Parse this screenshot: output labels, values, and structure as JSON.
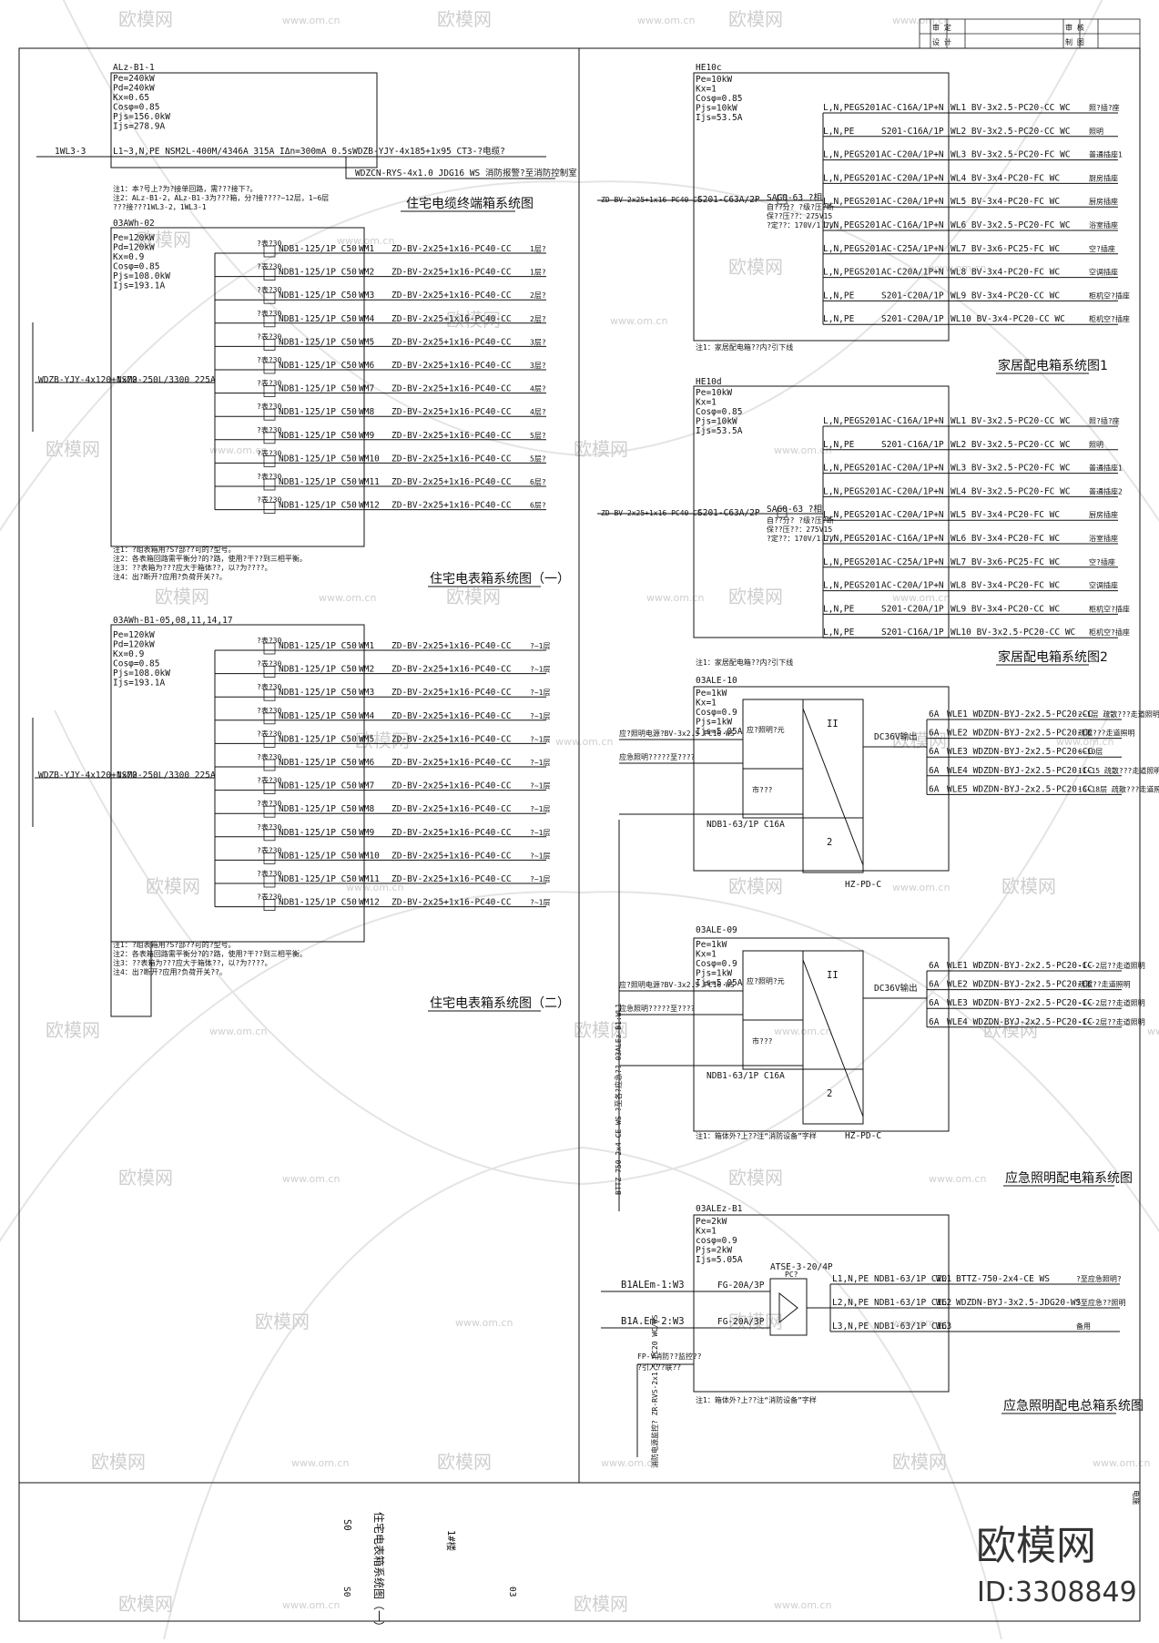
{
  "watermark": {
    "brand": "欧模网",
    "url": "www.om.cn"
  },
  "brand": {
    "name": "欧模网",
    "id": "ID:3308849"
  },
  "title_block": {
    "col_a": "审 定",
    "col_b": "设 计",
    "col_c": "审 核",
    "col_d": "制 图",
    "sheet": "电施",
    "drawing_name": "住宅电表箱系统图（一）",
    "project": "1#楼",
    "code": "S0",
    "no": "03"
  },
  "d1": {
    "title": "住宅电缆终端箱系统图",
    "box_id": "ALz-B1-1",
    "params": [
      "Pe=240kW",
      "Pd=240kW",
      "Kx=0.65",
      "Cosφ=0.85",
      "Pjs=156.0kW",
      "Ijs=278.9A"
    ],
    "feeder": "1WL3-3",
    "main": "L1~3,N,PE  NSM2L-400M/4346A 315A  IΔn=300mA  0.5sWDZB-YJY-4x185+1x95 CT3-?电缆?",
    "branch": "WDZCN-RYS-4x1.0 JDG16 WS  消防报警?至消防控制室",
    "notes": [
      "注1：本?号上?为?接单回路，需???接下?。",
      "注2：ALz-B1-2，ALz-B1-3为???箱，分?接????~12层，1~6层",
      "     ???接???1WL3-2，1WL3-1"
    ]
  },
  "d2": {
    "title": "住宅电表箱系统图（一）",
    "box_id": "03AWh-02",
    "params": [
      "Pe=120kW",
      "Pd=120kW",
      "Kx=0.9",
      "Cosφ=0.85",
      "Pjs=108.0kW",
      "Ijs=193.1A"
    ],
    "feeder": "WDZB-YJY-4x120+1x70",
    "main": "NSM2-250L/3300 225A",
    "rows": [
      {
        "m": "?表?30",
        "b": "NDB1-125/1P C50",
        "c": "WM1",
        "w": "ZD-BV-2x25+1x16-PC40-CC",
        "e": "1层?"
      },
      {
        "m": "?表?30",
        "b": "NDB1-125/1P C50",
        "c": "WM2",
        "w": "ZD-BV-2x25+1x16-PC40-CC",
        "e": "1层?"
      },
      {
        "m": "?表?30",
        "b": "NDB1-125/1P C50",
        "c": "WM3",
        "w": "ZD-BV-2x25+1x16-PC40-CC",
        "e": "2层?"
      },
      {
        "m": "?表?30",
        "b": "NDB1-125/1P C50",
        "c": "WM4",
        "w": "ZD-BV-2x25+1x16-PC40-CC",
        "e": "2层?"
      },
      {
        "m": "?表?30",
        "b": "NDB1-125/1P C50",
        "c": "WM5",
        "w": "ZD-BV-2x25+1x16-PC40-CC",
        "e": "3层?"
      },
      {
        "m": "?表?30",
        "b": "NDB1-125/1P C50",
        "c": "WM6",
        "w": "ZD-BV-2x25+1x16-PC40-CC",
        "e": "3层?"
      },
      {
        "m": "?表?30",
        "b": "NDB1-125/1P C50",
        "c": "WM7",
        "w": "ZD-BV-2x25+1x16-PC40-CC",
        "e": "4层?"
      },
      {
        "m": "?表?30",
        "b": "NDB1-125/1P C50",
        "c": "WM8",
        "w": "ZD-BV-2x25+1x16-PC40-CC",
        "e": "4层?"
      },
      {
        "m": "?表?30",
        "b": "NDB1-125/1P C50",
        "c": "WM9",
        "w": "ZD-BV-2x25+1x16-PC40-CC",
        "e": "5层?"
      },
      {
        "m": "?表?30",
        "b": "NDB1-125/1P C50",
        "c": "WM10",
        "w": "ZD-BV-2x25+1x16-PC40-CC",
        "e": "5层?"
      },
      {
        "m": "?表?30",
        "b": "NDB1-125/1P C50",
        "c": "WM11",
        "w": "ZD-BV-2x25+1x16-PC40-CC",
        "e": "6层?"
      },
      {
        "m": "?表?30",
        "b": "NDB1-125/1P C50",
        "c": "WM12",
        "w": "ZD-BV-2x25+1x16-PC40-CC",
        "e": "6层?"
      }
    ],
    "notes": [
      "注1：?组表箱用?S?部??可的?型号。",
      "注2：各表箱回路需平衡分?的?路，使用?干??到三相平衡。",
      "注3：??表箱为???应大于箱体??，以?为????。",
      "注4：出?断开?应用?负荷开关??。"
    ]
  },
  "d3": {
    "title": "住宅电表箱系统图（二）",
    "box_id": "03AWh-B1-05,08,11,14,17",
    "params": [
      "Pe=120kW",
      "Pd=120kW",
      "Kx=0.9",
      "Cosφ=0.85",
      "Pjs=108.0kW",
      "Ijs=193.1A"
    ],
    "feeder": "WDZB-YJY-4x120+1x70",
    "main": "NSM2-250L/3300 225A",
    "rows": [
      {
        "m": "?表?30",
        "b": "NDB1-125/1P C50",
        "c": "WM1",
        "w": "ZD-BV-2x25+1x16-PC40-CC",
        "e": "?~1层"
      },
      {
        "m": "?表?30",
        "b": "NDB1-125/1P C50",
        "c": "WM2",
        "w": "ZD-BV-2x25+1x16-PC40-CC",
        "e": "?~1层"
      },
      {
        "m": "?表?30",
        "b": "NDB1-125/1P C50",
        "c": "WM3",
        "w": "ZD-BV-2x25+1x16-PC40-CC",
        "e": "?~1层"
      },
      {
        "m": "?表?30",
        "b": "NDB1-125/1P C50",
        "c": "WM4",
        "w": "ZD-BV-2x25+1x16-PC40-CC",
        "e": "?~1层"
      },
      {
        "m": "?表?30",
        "b": "NDB1-125/1P C50",
        "c": "WM5",
        "w": "ZD-BV-2x25+1x16-PC40-CC",
        "e": "?~1层"
      },
      {
        "m": "?表?30",
        "b": "NDB1-125/1P C50",
        "c": "WM6",
        "w": "ZD-BV-2x25+1x16-PC40-CC",
        "e": "?~1层"
      },
      {
        "m": "?表?30",
        "b": "NDB1-125/1P C50",
        "c": "WM7",
        "w": "ZD-BV-2x25+1x16-PC40-CC",
        "e": "?~1层"
      },
      {
        "m": "?表?30",
        "b": "NDB1-125/1P C50",
        "c": "WM8",
        "w": "ZD-BV-2x25+1x16-PC40-CC",
        "e": "?~1层"
      },
      {
        "m": "?表?30",
        "b": "NDB1-125/1P C50",
        "c": "WM9",
        "w": "ZD-BV-2x25+1x16-PC40-CC",
        "e": "?~1层"
      },
      {
        "m": "?表?30",
        "b": "NDB1-125/1P C50",
        "c": "WM10",
        "w": "ZD-BV-2x25+1x16-PC40-CC",
        "e": "?~1层"
      },
      {
        "m": "?表?30",
        "b": "NDB1-125/1P C50",
        "c": "WM11",
        "w": "ZD-BV-2x25+1x16-PC40-CC",
        "e": "?~1层"
      },
      {
        "m": "?表?30",
        "b": "NDB1-125/1P C50",
        "c": "WM12",
        "w": "ZD-BV-2x25+1x16-PC40-CC",
        "e": "?~1层"
      }
    ],
    "notes": [
      "注1：?组表箱用?S?部??可的?型号。",
      "注2：各表箱回路需平衡分?的?路，使用?干??到三相平衡。",
      "注3：??表箱为???应大于箱体??，以?为????。",
      "注4：出?断开?应用?负荷开关??。"
    ]
  },
  "d4": {
    "title": "家居配电箱系统图1",
    "box_id": "HE10c",
    "params": [
      "Pe=10kW",
      "Kx=1",
      "Cosφ=0.85",
      "Pjs=10kW",
      "Ijs=53.5A"
    ],
    "feeder": "ZD-BV-2x25+1x16-PC40-CC",
    "main": "S201-C63A/2P",
    "spd": "SAG0-63 ?相",
    "spd_note": [
      "自??分?  ?级?压?断",
      "保??压??：275V15",
      "?定??：170V/1.7V"
    ],
    "rows": [
      {
        "p": "L,N,PEGS201",
        "b": "AC-C16A/1P+N",
        "w": "WL1 BV-3x2.5-PC20-CC WC",
        "e": "照?插?座"
      },
      {
        "p": "L,N,PE",
        "b": "S201-C16A/1P",
        "w": "WL2 BV-3x2.5-PC20-CC WC",
        "e": "照明"
      },
      {
        "p": "L,N,PEGS201",
        "b": "AC-C20A/1P+N",
        "w": "WL3 BV-3x2.5-PC20-FC WC",
        "e": "普通插座1"
      },
      {
        "p": "L,N,PEGS201",
        "b": "AC-C20A/1P+N",
        "w": "WL4 BV-3x4-PC20-FC WC",
        "e": "厨房插座"
      },
      {
        "p": "L,N,PEGS201",
        "b": "AC-C20A/1P+N",
        "w": "WL5 BV-3x4-PC20-FC WC",
        "e": "厨房插座"
      },
      {
        "p": "L,N,PEGS201",
        "b": "AC-C16A/1P+N",
        "w": "WL6 BV-3x2.5-PC20-FC WC",
        "e": "浴室插座"
      },
      {
        "p": "L,N,PEGS201",
        "b": "AC-C25A/1P+N",
        "w": "WL7 BV-3x6-PC25-FC WC",
        "e": "空?插座"
      },
      {
        "p": "L,N,PEGS201",
        "b": "AC-C20A/1P+N",
        "w": "WL8 BV-3x4-PC20-FC WC",
        "e": "空调插座"
      },
      {
        "p": "L,N,PE",
        "b": "S201-C20A/1P",
        "w": "WL9 BV-3x4-PC20-CC WC",
        "e": "柜机空?插座"
      },
      {
        "p": "L,N,PE",
        "b": "S201-C20A/1P",
        "w": "WL10 BV-3x4-PC20-CC WC",
        "e": "柜机空?插座"
      }
    ],
    "note": "注1：家居配电箱??内?引下线"
  },
  "d5": {
    "title": "家居配电箱系统图2",
    "box_id": "HE10d",
    "params": [
      "Pe=10kW",
      "Kx=1",
      "Cosφ=0.85",
      "Pjs=10kW",
      "Ijs=53.5A"
    ],
    "feeder": "ZD-BV-2x25+1x16-PC40-CC",
    "main": "S201-C63A/2P",
    "spd": "SAG0-63 ?相",
    "spd_note": [
      "自??分?  ?级?压?断",
      "保??压??：275V15",
      "?定??：170V/1.7V"
    ],
    "rows": [
      {
        "p": "L,N,PEGS201",
        "b": "AC-C16A/1P+N",
        "w": "WL1 BV-3x2.5-PC20-CC WC",
        "e": "照?插?座"
      },
      {
        "p": "L,N,PE",
        "b": "S201-C16A/1P",
        "w": "WL2 BV-3x2.5-PC20-CC WC",
        "e": "照明"
      },
      {
        "p": "L,N,PEGS201",
        "b": "AC-C20A/1P+N",
        "w": "WL3 BV-3x2.5-PC20-FC WC",
        "e": "普通插座1"
      },
      {
        "p": "L,N,PEGS201",
        "b": "AC-C20A/1P+N",
        "w": "WL4 BV-3x2.5-PC20-FC WC",
        "e": "普通插座2"
      },
      {
        "p": "L,N,PEGS201",
        "b": "AC-C20A/1P+N",
        "w": "WL5 BV-3x4-PC20-FC WC",
        "e": "厨房插座"
      },
      {
        "p": "L,N,PEGS201",
        "b": "AC-C16A/1P+N",
        "w": "WL6 BV-3x4-PC20-FC WC",
        "e": "浴室插座"
      },
      {
        "p": "L,N,PEGS201",
        "b": "AC-C25A/1P+N",
        "w": "WL7 BV-3x6-PC25-FC WC",
        "e": "空?插座"
      },
      {
        "p": "L,N,PEGS201",
        "b": "AC-C20A/1P+N",
        "w": "WL8 BV-3x4-PC20-FC WC",
        "e": "空调插座"
      },
      {
        "p": "L,N,PE",
        "b": "S201-C20A/1P",
        "w": "WL9 BV-3x4-PC20-CC WC",
        "e": "柜机空?插座"
      },
      {
        "p": "L,N,PE",
        "b": "S201-C16A/1P",
        "w": "WL10 BV-3x2.5-PC20-CC WC",
        "e": "柜机空?插座"
      }
    ],
    "note": "注1：家居配电箱??内?引下线"
  },
  "d6": {
    "title": "应急照明配电箱系统图",
    "top_note": "注1：家居配电箱??内?引下线",
    "a": {
      "box_id": "03ALE-10",
      "params": [
        "Pe=1kW",
        "Kx=1",
        "Cosφ=0.9",
        "Pjs=1kW",
        "Ijs=5.05A"
      ]
    },
    "b": {
      "box_id": "03ALE-09",
      "params": [
        "Pe=1kW",
        "Kx=1",
        "Cosφ=0.9",
        "Pjs=1kW",
        "Ijs=5.05A"
      ]
    },
    "inner": {
      "mod1": "应?照明?元",
      "mod2": "市???",
      "dc": "DC36V输出",
      "ii": "II",
      "two": "2",
      "hz": "HZ-PD-C"
    },
    "in1": "应?照明电源?BV-3x2.5 PC16 WS",
    "in2": "应急照明?????至????",
    "breaker": "NDB1-63/1P C16A",
    "rows_a": [
      {
        "a": "6A",
        "w": "WLE1 WDZDN-BYJ-2x2.5-PC20-CC",
        "e": "2~1层 疏散???走道照明"
      },
      {
        "a": "6A",
        "w": "WLE2 WDZDN-BYJ-2x2.5-PC20-CC",
        "e": "疏散???走道照明"
      },
      {
        "a": "6A",
        "w": "WLE3 WDZDN-BYJ-2x2.5-PC20-CC",
        "e": "6~10层"
      },
      {
        "a": "6A",
        "w": "WLE4 WDZDN-BYJ-2x2.5-PC20-CC",
        "e": "11~15 疏散???走道照明"
      },
      {
        "a": "6A",
        "w": "WLE5 WDZDN-BYJ-2x2.5-PC20-CC",
        "e": "16~18层 疏散???走道照明"
      }
    ],
    "rows_b": [
      {
        "a": "6A",
        "w": "WLE1 WDZDN-BYJ-2x2.5-PC20-CC",
        "e": "-1~-2层??走道照明"
      },
      {
        "a": "6A",
        "w": "WLE2 WDZDN-BYJ-2x2.5-PC20-CC",
        "e": "疏散??走道照明"
      },
      {
        "a": "6A",
        "w": "WLE3 WDZDN-BYJ-2x2.5-PC20-CC",
        "e": "-1~-2层??走道照明"
      },
      {
        "a": "6A",
        "w": "WLE4 WDZDN-BYJ-2x2.5-PC20-CC",
        "e": "-1~-2层??走道照明"
      }
    ],
    "bottom_note": "注1：箱体外?上??注“消防设备”字样",
    "vertical": "BTTZ-750-2x4-CE WS ?至各?应急??   03ALEz-B1:WL1"
  },
  "d7": {
    "title": "应急照明配电总箱系统图",
    "box_id": "03ALEz-B1",
    "params": [
      "Pe=2kW",
      "Kx=1",
      "cosφ=0.9",
      "Pjs=2kW",
      "Ijs=5.05A"
    ],
    "in1": "B1ALEm-1:W3",
    "in2": "B1A.Em-2:W3",
    "fg": "FG-20A/3P",
    "atse": "ATSE-3-20/4P",
    "pc": "PC?",
    "rows": [
      {
        "p": "L1,N,PE",
        "b": "NDB1-63/1P C20",
        "c": "WL1",
        "w": "BTTZ-750-2x4-CE WS",
        "e": "?至应急照明?"
      },
      {
        "p": "L2,N,PE",
        "b": "NDB1-63/1P C16",
        "c": "WL2",
        "w": "WDZDN-BYJ-3x2.5-JDG20-WS",
        "e": "?至应急??照明"
      },
      {
        "p": "L3,N,PE",
        "b": "NDB1-63/1P C16",
        "c": "WL3",
        "w": "",
        "e": "备用"
      }
    ],
    "fp": "FP-V消防??监控??",
    "fp2": "?引入??联??",
    "note": "注1：箱体外?上??注“消防设备”字样",
    "vlabel": "消防电源监控?  ZR-RVS-2x1.5 PC20 WC/WS"
  }
}
